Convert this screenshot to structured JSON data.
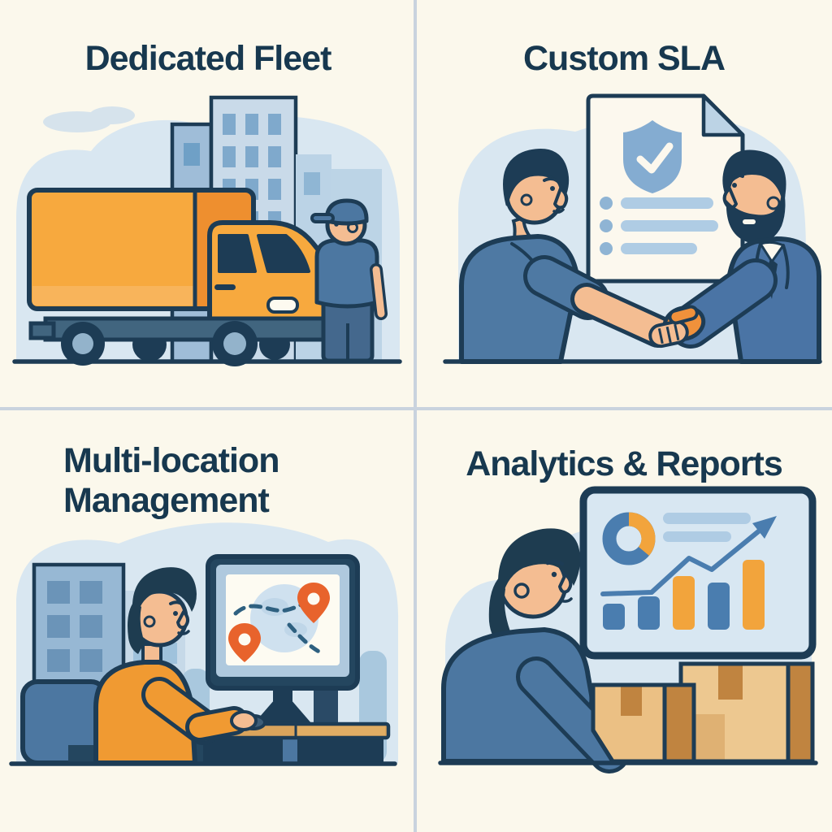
{
  "page": {
    "background_color": "#FBF8EC",
    "divider_color": "#C9D3DE",
    "outline_color": "#1D3C55",
    "title_color": "#17384F",
    "grid": "2x2 feature illustration"
  },
  "palette": {
    "light_blue_blob": "#D9E7F1",
    "navy_outline": "#1D3C55",
    "truck_orange": "#F7A93E",
    "truck_orange_dark": "#EE8F2F",
    "steel_blue_clothing": "#4C77A1",
    "suit_blue": "#4A74A5",
    "skin": "#F4BD92",
    "shield_blue": "#84ACD1",
    "document_cream": "#FCF8EE",
    "pin_orange_red": "#E8632C",
    "chart_blue": "#4A7DAF",
    "chart_orange": "#F2A43C",
    "dashboard_blue": "#D8E7F2",
    "desk_wood": "#D9A45C",
    "cardboard": "#EBC084",
    "cardboard_dark": "#C08440"
  },
  "panels": [
    {
      "id": "dedicated-fleet",
      "title": "Dedicated Fleet",
      "alt": "orange box truck in front of blue city buildings with a delivery worker wearing a cap"
    },
    {
      "id": "custom-sla",
      "title": "Custom SLA",
      "alt": "two men shaking hands in front of an agreement document showing a shield checkmark and checklist"
    },
    {
      "id": "multi-location-management",
      "title": "Multi-location Management",
      "alt": "person seated at a desk using a desktop computer that shows a map route with two location pins"
    },
    {
      "id": "analytics-reports",
      "title": "Analytics & Reports",
      "alt": "person beside shipping boxes viewing a dashboard with donut chart, growth arrow and bar chart"
    }
  ]
}
